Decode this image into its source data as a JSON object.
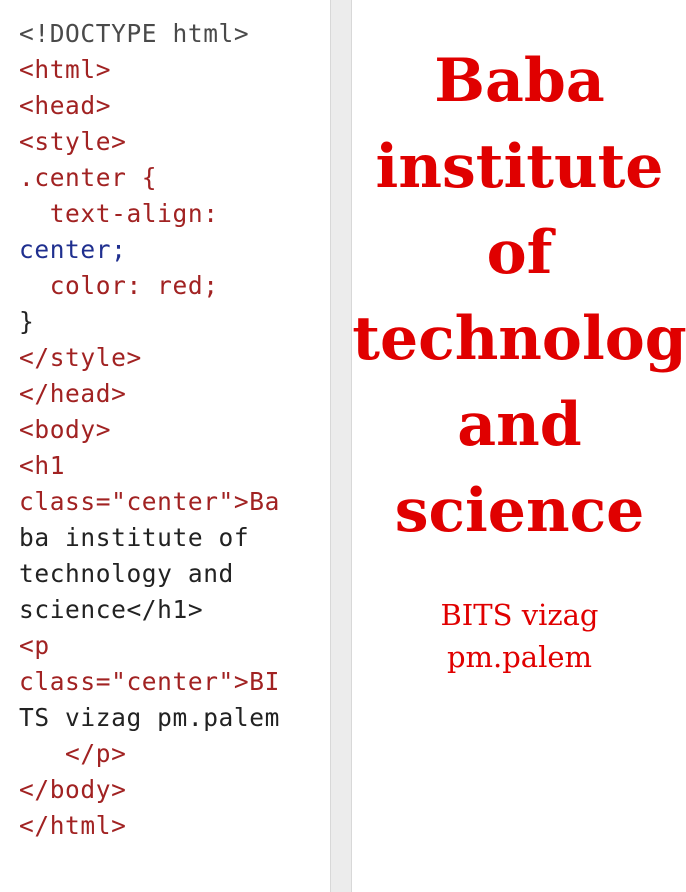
{
  "editor": {
    "lines": [
      "<!DOCTYPE html>",
      "<html>",
      "<head>",
      "<style>",
      ".center {",
      "  text-align:",
      "center;",
      "  color: red;",
      "}",
      "</style>",
      "</head>",
      "<body>",
      "<h1",
      "class=\"center\">Ba",
      "ba institute of",
      "technology and",
      "science</h1>",
      "<p",
      "class=\"center\">BI",
      "TS vizag pm.palem",
      "   </p>",
      "</body>",
      "</html>"
    ]
  },
  "preview": {
    "heading_lines": [
      "Baba",
      "institute",
      "of",
      "technolog",
      "and",
      "science"
    ],
    "paragraph_lines": [
      "BITS vizag",
      "pm.palem"
    ],
    "text_color": "#e00000"
  }
}
